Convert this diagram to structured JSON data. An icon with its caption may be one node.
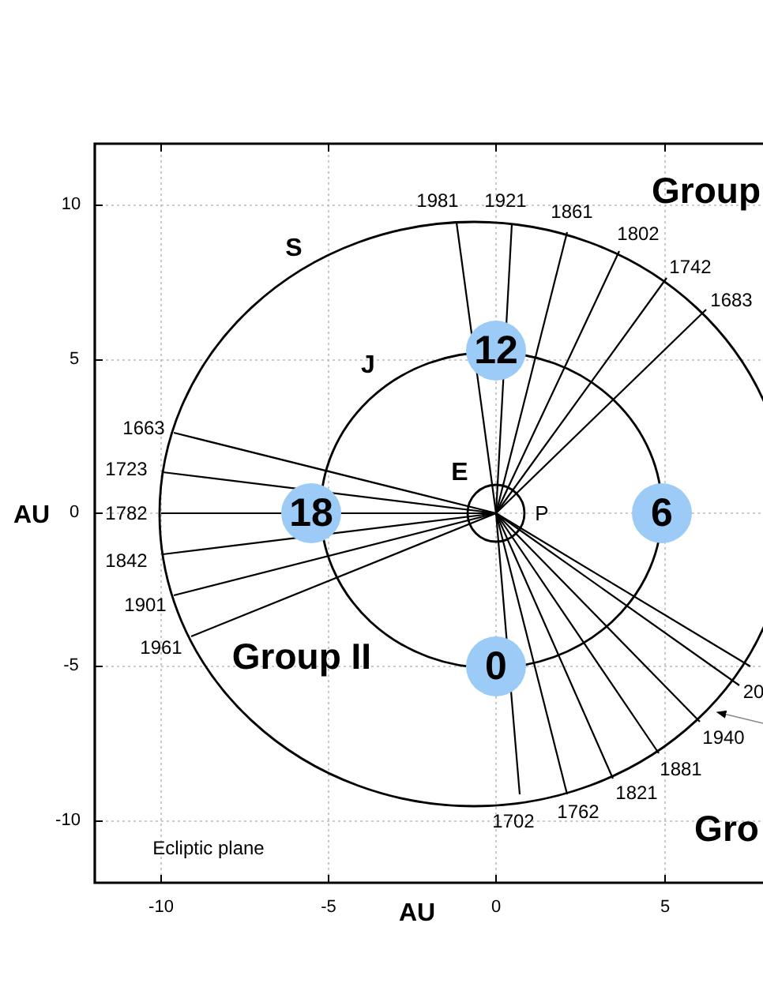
{
  "diagram": {
    "nodes": [
      {
        "text": [
          "12"
        ]
      },
      {
        "text": [
          "18"
        ]
      },
      {
        "text": [
          "6"
        ]
      },
      {
        "text": [
          "0"
        ]
      }
    ],
    "labels": [
      "1981",
      "1921",
      "Group",
      "1861",
      "1802",
      "S",
      "1742",
      "1683",
      "J",
      "1663",
      "1723",
      "E",
      "AU",
      "1782",
      "P",
      "1842",
      "1901",
      "1961",
      "Group II",
      "20",
      "1940",
      "1881",
      "1821",
      "1762",
      "1702",
      "Gro",
      "Ecliptic plane",
      "10",
      "5",
      "0",
      "-5",
      "-10",
      "-10",
      "-5",
      "0",
      "5",
      "AU"
    ]
  }
}
